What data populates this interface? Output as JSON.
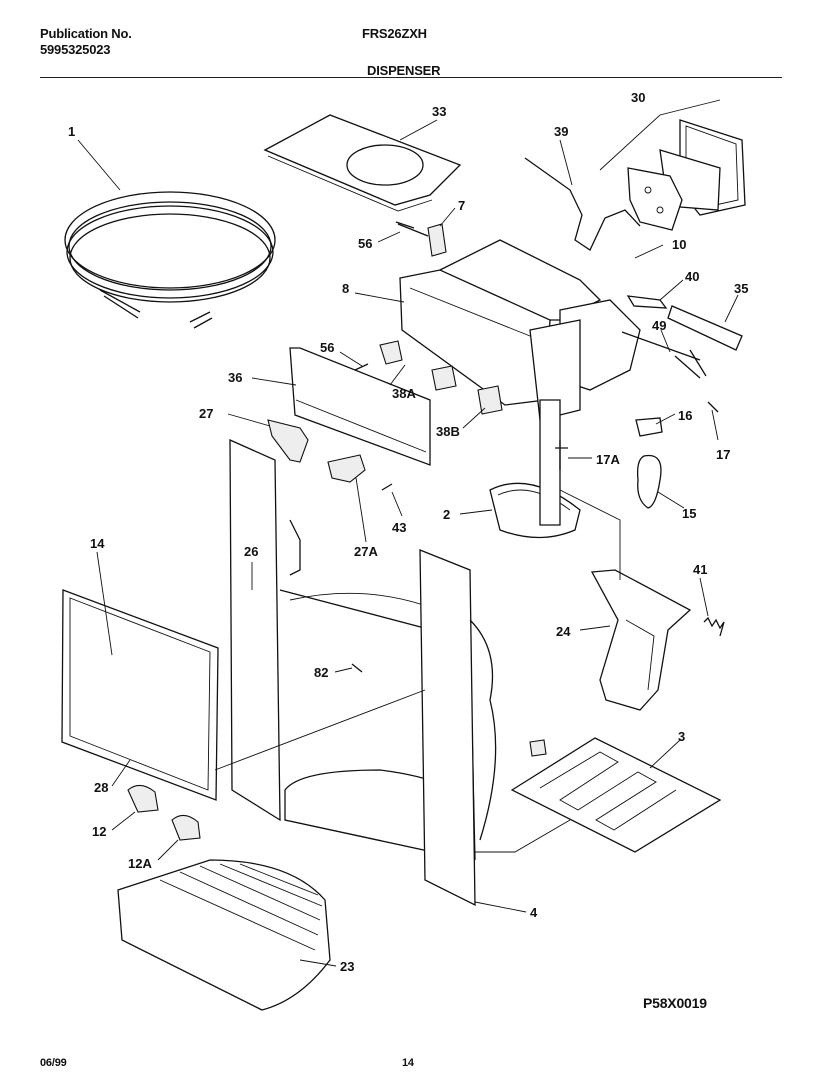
{
  "header": {
    "publication_label": "Publication No.",
    "publication_number": "5995325023",
    "model": "FRS26ZXH",
    "section": "DISPENSER"
  },
  "footer": {
    "date": "06/99",
    "page": "14",
    "drawing_code": "P58X0019"
  },
  "callouts": [
    "1",
    "33",
    "39",
    "30",
    "7",
    "56",
    "10",
    "8",
    "40",
    "35",
    "49",
    "56",
    "36",
    "38A",
    "38B",
    "27",
    "16",
    "17A",
    "17",
    "2",
    "15",
    "43",
    "27A",
    "14",
    "26",
    "41",
    "24",
    "82",
    "3",
    "28",
    "12",
    "12A",
    "4",
    "23"
  ]
}
